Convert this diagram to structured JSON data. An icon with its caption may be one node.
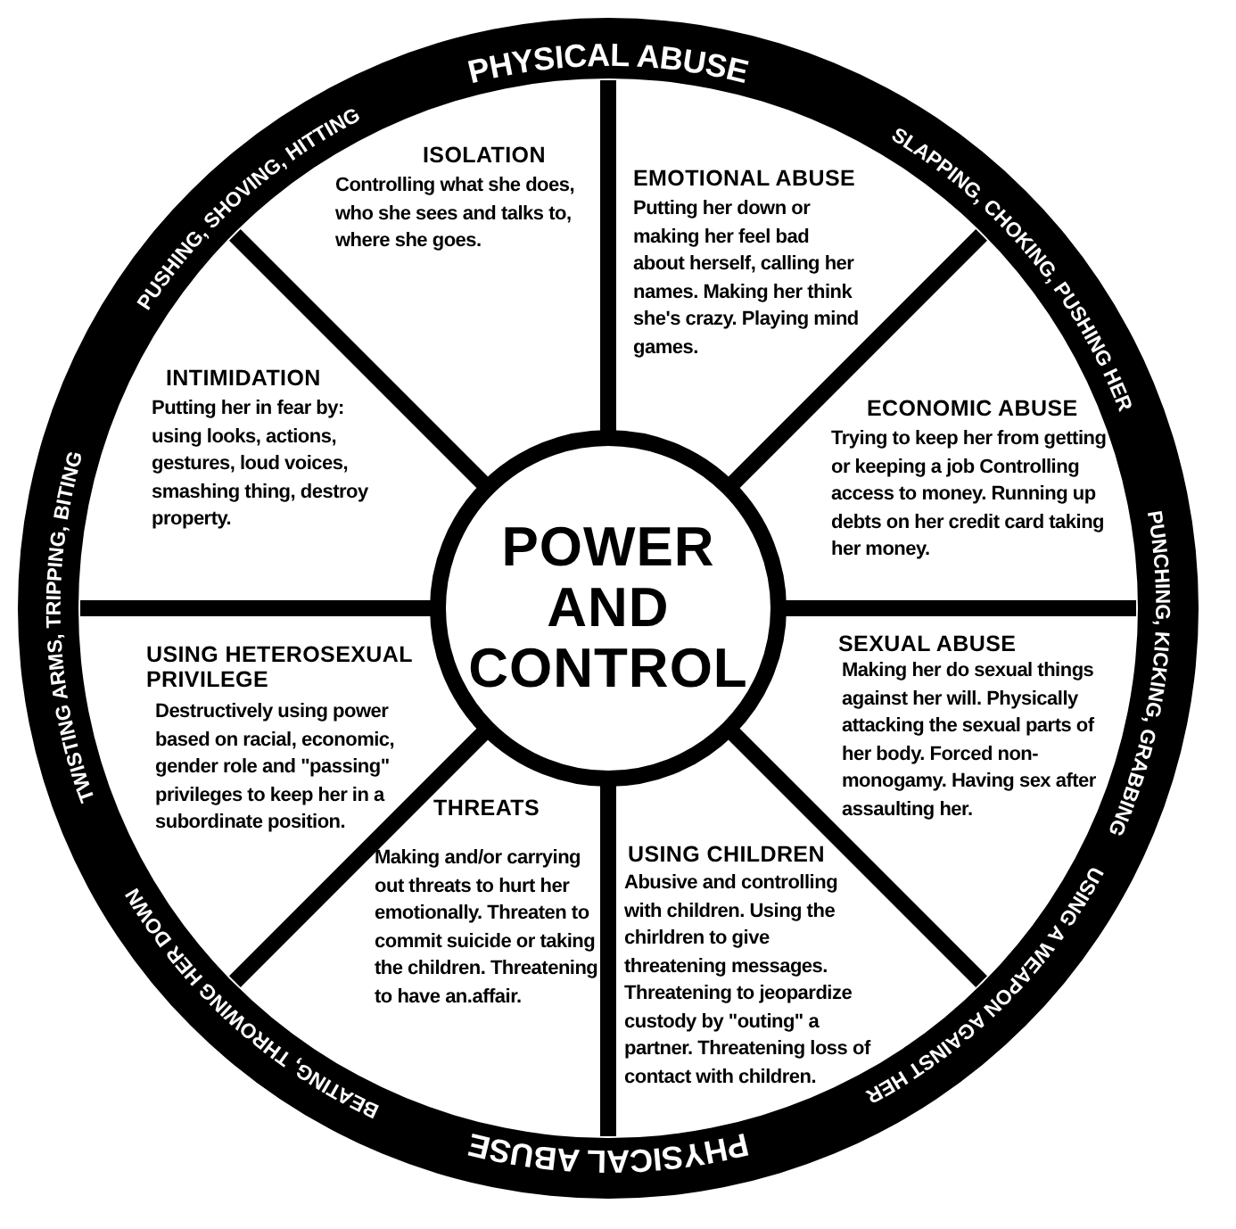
{
  "diagram": {
    "nodes": [
      {
        "text": [
          "POWER AND CONTROL"
        ]
      },
      {
        "text": [
          "ISOLATION",
          "Controlling what she does, who she sees and talks to, where she goes."
        ]
      },
      {
        "text": [
          "EMOTIONAL ABUSE",
          "Putting her down or making her feel bad about herself, calling her names. Making her think she's crazy. Playing mind games."
        ]
      },
      {
        "text": [
          "ECONOMIC ABUSE",
          "Trying to keep her from getting or keeping a job Controlling access to money. Running up debts on her credit card taking her money."
        ]
      },
      {
        "text": [
          "SEXUAL ABUSE",
          "Making her do sexual things against her will. Physically attacking the sexual parts of her body. Forced non-monogamy. Having sex after assaulting her."
        ]
      },
      {
        "text": [
          "USING CHILDREN",
          "Abusive and controlling with children. Using the chirldren to give threatening messages. Threatening to jeopardize custody by \"outing\" a partner. Threatening loss of contact with children."
        ]
      },
      {
        "text": [
          "THREATS",
          "Making and/or carrying out threats to hurt her emotionally. Threaten to commit suicide or taking the children. Threatening to have an.affair."
        ]
      },
      {
        "text": [
          "USING HETEROSEXUAL PRIVILEGE",
          "Destructively using power based on racial, economic, gender role and \"passing\" privileges to keep her in a subordinate position."
        ]
      },
      {
        "text": [
          "INTIMIDATION",
          "Putting her in fear by: using looks, actions, gestures, loud voices, smashing thing, destroy property."
        ]
      }
    ],
    "labels": [
      "PHYSICAL ABUSE",
      "SLAPPING, CHOKING, PUSHING HER",
      "PUNCHING, KICKING, GRABBING",
      "USING A WEAPON AGAINST HER",
      "PHYSICAL ABUSE",
      "BEATING, THROWING HER DOWN",
      "TWISTING ARMS, TRIPPING, BITING",
      "PUSHING, SHOVING, HITTING"
    ]
  }
}
